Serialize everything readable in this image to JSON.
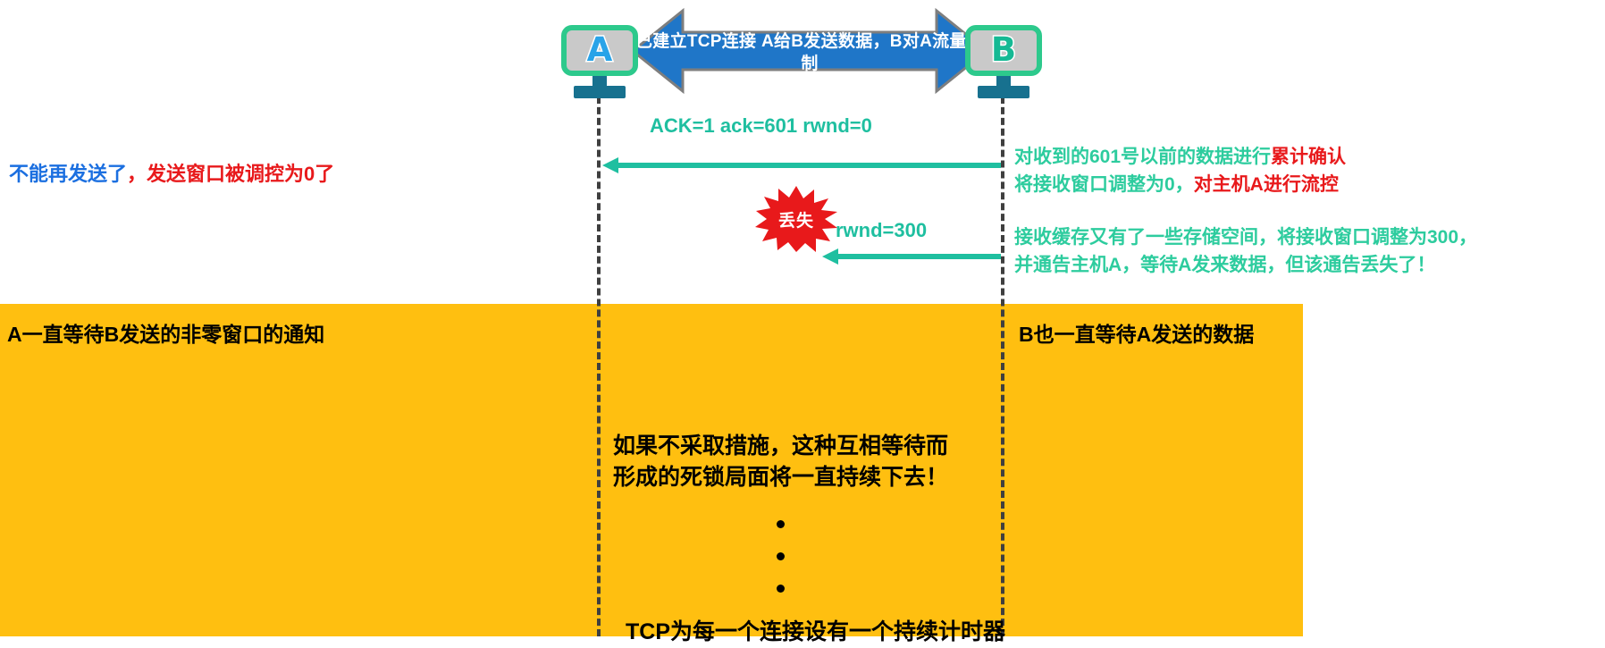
{
  "diagram": {
    "title_banner": {
      "line1": "已建立TCP连接",
      "line2": "A给B发送数据，B对A流量控制",
      "color": "#1f76c8"
    },
    "hosts": [
      {
        "id": "A",
        "label": "A",
        "letter_color": "#29a3e8"
      },
      {
        "id": "B",
        "label": "B",
        "letter_color": "#15b994"
      }
    ],
    "messages": [
      {
        "id": "ack-601",
        "label": "ACK=1   ack=601    rwnd=0",
        "direction": "B-to-A",
        "color": "#1fbfa0",
        "lost": false
      },
      {
        "id": "rwnd-300",
        "label": "rwnd=300",
        "direction": "B-to-A",
        "color": "#1fbfa0",
        "lost": true
      }
    ],
    "lost_badge": {
      "label": "丢失",
      "fill": "#e8191b",
      "text_color": "#ffffff"
    },
    "notes": {
      "left_of_a": {
        "segment_blue": "不能再发送了",
        "segment_red": "，发送窗口被调控为0了"
      },
      "right_of_b_1": {
        "line1_green": "对收到的601号以前的数据进行",
        "line1_red": "累计确认",
        "line2_green": "将接收窗口调整为0，",
        "line2_red": "对主机A进行流控"
      },
      "right_of_b_2": {
        "line1": "接收缓存又有了一些存储空间，将接收窗口调整为300，",
        "line2": "并通告主机A，等待A发来数据，但该通告丢失了！"
      }
    },
    "deadlock_band": {
      "background": "#FFBF10",
      "left_text": "A一直等待B发送的非零窗口的通知",
      "right_text": "B也一直等待A发送的数据",
      "center_line1": "如果不采取措施，这种互相等待而",
      "center_line2": "形成的死锁局面将一直持续下去！",
      "ellipsis_dots": 3,
      "bottom_clipped_text": "TCP为每一个连接设有一个持续计时器"
    }
  },
  "colors": {
    "green": "#2dcc9e",
    "red": "#e8191b",
    "blue": "#1b6fe0",
    "banner_blue": "#1f76c8",
    "orange": "#FFBF10",
    "teal_stand": "#17718f",
    "screen_border": "#2dc98c"
  }
}
